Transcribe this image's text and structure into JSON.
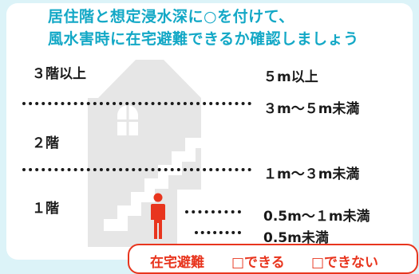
{
  "title": {
    "line1": "居住階と想定浸水深に○を付けて、",
    "line2": "風水害時に在宅避難できるか確認しましょう"
  },
  "floors": {
    "third_up": "３階以上",
    "second": "２階",
    "first": "１階"
  },
  "depths": {
    "over_5m": "５m以上",
    "3m_5m": "３m〜５m未満",
    "1m_3m": "１m〜３m未満",
    "0_5m_1m": "0.5m〜１m未満",
    "under_0_5m": "0.5m未満"
  },
  "evacuation": {
    "label": "在宅避難",
    "option_can": "□できる",
    "option_cannot": "□できない"
  },
  "colors": {
    "title": "#13a8c6",
    "accent": "#e8351e",
    "building": "#e6e6e6",
    "background": "#dcf3f8"
  },
  "icons": {
    "building": "building-icon",
    "person": "person-icon"
  }
}
